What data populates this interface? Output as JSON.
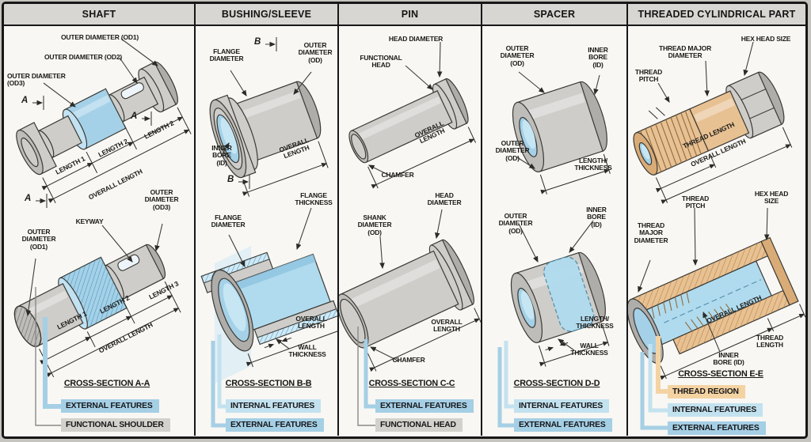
{
  "columns": [
    {
      "header": "SHAFT",
      "cross_section": "CROSS-SECTION A-A",
      "legend": [
        {
          "label": "EXTERNAL FEATURES",
          "color": "#a5cfe5"
        },
        {
          "label": "FUNCTIONAL SHOULDER",
          "color": "#d3d1cb"
        }
      ],
      "labels": {
        "od1": "OUTER DIAMETER (OD1)",
        "od2": "OUTER DIAMETER (OD2)",
        "od3": "OUTER DIAMETER\n(OD3)",
        "a1": "A",
        "a2": "A",
        "a3": "A",
        "len1": "LENGTH 1",
        "len2": "LENGTH 2",
        "len3": "LENGTH 2",
        "overall": "OVERALL LENGTH",
        "od3_b": "OUTER\nDIAMETER\n(OD3)",
        "keyway": "KEYWAY",
        "od1_b": "OUTER\nDIAMETER\n(OD1)",
        "len1_b": "LENGTH 1",
        "len2_b": "LENGTH 2",
        "len3_b": "LENGTH 3",
        "overall_b": "OVERALL LENGTH"
      }
    },
    {
      "header": "BUSHING/SLEEVE",
      "cross_section": "CROSS-SECTION B-B",
      "legend": [
        {
          "label": "INTERNAL FEATURES",
          "color": "#c3e2ef"
        },
        {
          "label": "EXTERNAL FEATURES",
          "color": "#a5cfe5"
        }
      ],
      "labels": {
        "b1": "B",
        "b2": "B",
        "flange_dia": "FLANGE\nDIAMETER",
        "od": "OUTER\nDIAMETER\n(OD)",
        "inner_bore": "INNER\nBORE\n(ID)",
        "overall": "OVERALL\nLENGTH",
        "flange_thk": "FLANGE\nTHICKNESS",
        "flange_dia_b": "FLANGE\nDIAMETER",
        "overall_b": "OVERALL\nLENGTH",
        "wall_thk": "WALL\nTHICKNESS"
      }
    },
    {
      "header": "PIN",
      "cross_section": "CROSS-SECTION C-C",
      "legend": [
        {
          "label": "EXTERNAL FEATURES",
          "color": "#a5cfe5"
        },
        {
          "label": "FUNCTIONAL HEAD",
          "color": "#d3d1cb"
        }
      ],
      "labels": {
        "head_dia": "HEAD DIAMETER",
        "functional_head": "FUNCTIONAL\nHEAD",
        "overall": "OVERALL\nLENGTH",
        "chamfer": "CHAMFER",
        "head_dia_b": "HEAD\nDIAMETER",
        "shank_dia": "SHANK\nDIAMETER\n(OD)",
        "overall_b": "OVERALL\nLENGTH",
        "chamfer_b": "CHAMFER"
      }
    },
    {
      "header": "SPACER",
      "cross_section": "CROSS-SECTION D-D",
      "legend": [
        {
          "label": "INTERNAL FEATURES",
          "color": "#c3e2ef"
        },
        {
          "label": "EXTERNAL FEATURES",
          "color": "#a5cfe5"
        }
      ],
      "labels": {
        "od_top": "OUTER\nDIAMETER\n(OD)",
        "inner_bore": "INNER\nBORE\n(ID)",
        "od_front": "OUTER\nDIAMETER\n(OD)",
        "length": "LENGTH/\nTHICKNESS",
        "od_b": "OUTER\nDIAMETER\n(OD)",
        "inner_bore_b": "INNER\nBORE\n(ID)",
        "length_b": "LENGTH/\nTHICKNESS",
        "wall_thk": "WALL\nTHICKNESS"
      }
    },
    {
      "header": "THREADED CYLINDRICAL PART",
      "cross_section": "CROSS-SECTION E-E",
      "legend": [
        {
          "label": "THREAD REGION",
          "color": "#f4d3a3"
        },
        {
          "label": "INTERNAL FEATURES",
          "color": "#c3e2ef"
        },
        {
          "label": "EXTERNAL FEATURES",
          "color": "#a5cfe5"
        }
      ],
      "labels": {
        "thread_major": "THREAD MAJOR\nDIAMETER",
        "hex_head": "HEX HEAD SIZE",
        "thread_pitch": "THREAD\nPITCH",
        "thread_len": "THREAD LENGTH",
        "overall": "OVERALL LENGTH",
        "thread_pitch_b": "THREAD\nPITCH",
        "hex_head_b": "HEX HEAD\nSIZE",
        "thread_major_b": "THREAD\nMAJOR\nDIAMETER",
        "overall_b": "OVERALL LENGTH",
        "thread_len_b": "THREAD\nLENGTH",
        "inner_bore_b": "INNER\nBORE (ID)"
      }
    }
  ]
}
